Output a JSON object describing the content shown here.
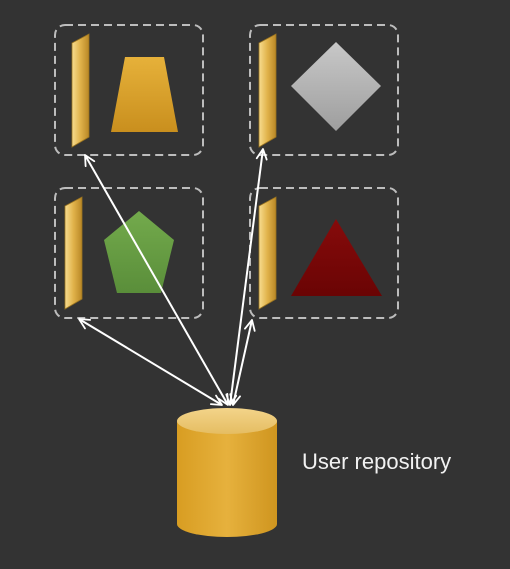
{
  "repository": {
    "label": "User repository",
    "icon": "database-cylinder-icon"
  },
  "services": [
    {
      "name": "service-trapezoid",
      "shape": "trapezoid",
      "color": "#d9a22c"
    },
    {
      "name": "service-diamond",
      "shape": "diamond",
      "color": "#b4b4b4"
    },
    {
      "name": "service-pentagon",
      "shape": "pentagon",
      "color": "#6a9f46"
    },
    {
      "name": "service-triangle",
      "shape": "triangle",
      "color": "#7a0707"
    }
  ],
  "colors": {
    "background": "#333333",
    "box_border": "#bdbdbd",
    "gateway": "#e2b650",
    "arrows": "#ffffff",
    "repository": "#e6b13d"
  }
}
